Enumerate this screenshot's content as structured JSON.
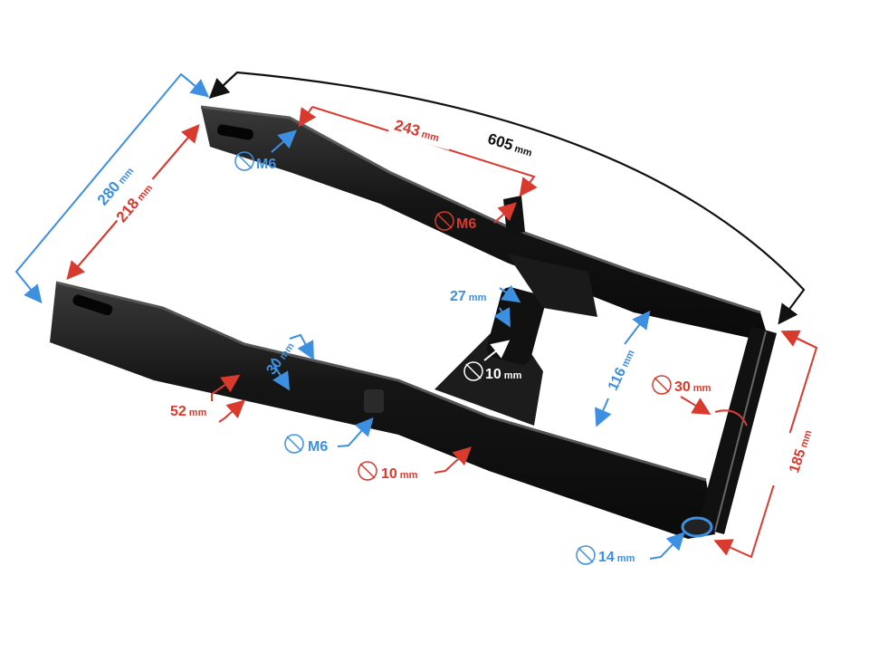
{
  "title": "Swingarm dimension diagram",
  "colors": {
    "red": "#d93a2e",
    "blue": "#3d8fe0",
    "black": "#111111",
    "white_label": "#ffffff",
    "metal": "#1a1a1a",
    "metal_highlight": "#4a4a4a"
  },
  "dimensions": {
    "overall_length": {
      "value": "605",
      "unit": "mm"
    },
    "outer_width": {
      "value": "280",
      "unit": "mm"
    },
    "inner_width": {
      "value": "218",
      "unit": "mm"
    },
    "mount_spacing": {
      "value": "243",
      "unit": "mm"
    },
    "pivot_length": {
      "value": "185",
      "unit": "mm"
    },
    "arm_height": {
      "value": "52",
      "unit": "mm"
    },
    "arm_width": {
      "value": "30",
      "unit": "mm"
    },
    "shock_mount_gap": {
      "value": "27",
      "unit": "mm"
    },
    "cross_gap": {
      "value": "116",
      "unit": "mm"
    }
  },
  "diameters": {
    "top_left_bolt": {
      "value": "M6",
      "unit": ""
    },
    "top_tab_bolt": {
      "value": "M6",
      "unit": ""
    },
    "lower_tab_bolt": {
      "value": "M6",
      "unit": ""
    },
    "shock_bolt": {
      "value": "10",
      "unit": "mm"
    },
    "lower_hole": {
      "value": "10",
      "unit": "mm"
    },
    "pivot_tube": {
      "value": "30",
      "unit": "mm"
    },
    "pivot_bore": {
      "value": "14",
      "unit": "mm"
    }
  }
}
